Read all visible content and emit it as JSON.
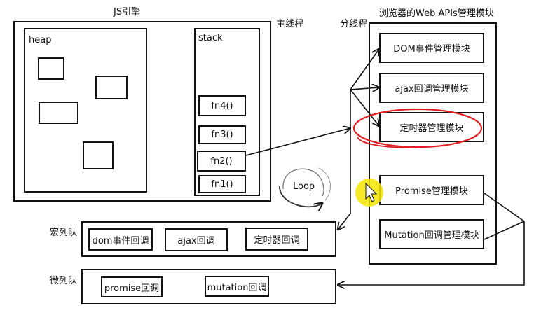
{
  "engine": {
    "title": "JS引擎",
    "main_thread_label": "主线程",
    "heap": {
      "label": "heap"
    },
    "stack": {
      "label": "stack",
      "frames": [
        "fn4()",
        "fn3()",
        "fn2()",
        "fn1()"
      ]
    }
  },
  "web_apis": {
    "title": "浏览器的Web APIs管理模块",
    "side_label": "分线程",
    "modules": [
      "DOM事件管理模块",
      "ajax回调管理模块",
      "定时器管理模块",
      "Promise管理模块",
      "Mutation回调管理模块"
    ]
  },
  "loop": {
    "label": "Loop"
  },
  "macro_queue": {
    "label": "宏列队",
    "items": [
      "dom事件回调",
      "ajax回调",
      "定时器回调"
    ]
  },
  "micro_queue": {
    "label": "微列队",
    "items": [
      "promise回调",
      "mutation回调"
    ]
  },
  "colors": {
    "ink": "#111111",
    "highlight_circle": "#e02020",
    "cursor_halo": "#f5e600"
  }
}
